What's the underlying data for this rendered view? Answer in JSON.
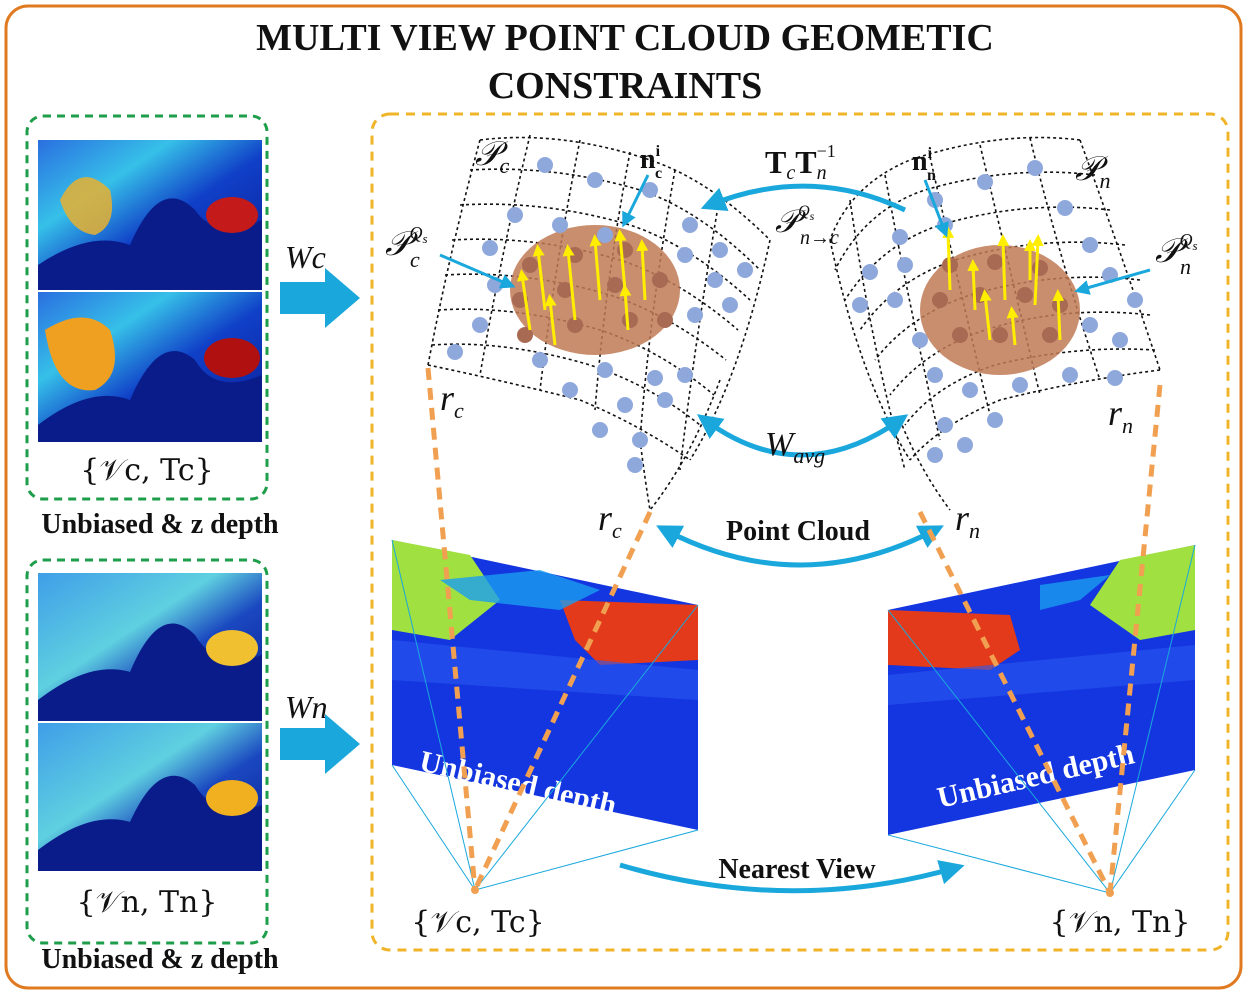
{
  "title": {
    "line1": "MULTI VIEW POINT CLOUD GEOMETIC",
    "line2": "CONSTRAINTS"
  },
  "left_panels": {
    "top": {
      "set_label": "{𝒱c, Tc}",
      "caption": "Unbiased & z depth"
    },
    "bottom": {
      "set_label": "{𝒱n, Tn}",
      "caption": "Unbiased & z depth"
    }
  },
  "weights": {
    "wc": "Wc",
    "wn": "Wn",
    "wavg": "Wavg"
  },
  "point_clouds": {
    "left": {
      "name": "𝒫c",
      "subset": "𝒫c^Qs",
      "normal": "nc^i",
      "ray_top": "rc",
      "ray_bottom": "rc"
    },
    "right": {
      "name": "𝒫n",
      "subset": "𝒫n^Qs",
      "normal": "nn^i",
      "ray_top": "rn",
      "ray_bottom": "rn"
    },
    "transform": "TcTn^-1",
    "projected_subset": "𝒫n→c^Qs"
  },
  "depth_views": {
    "left_label": "Unbiased depth",
    "right_label": "Unbiased depth",
    "point_cloud_label": "Point Cloud",
    "nearest_view_label": "Nearest View",
    "left_camera": "{𝒱c, Tc}",
    "right_camera": "{𝒱n, Tn}"
  },
  "colors": {
    "frame_outer": "#e07a20",
    "frame_inner": "#f0b429",
    "panel_border": "#1e9e4a",
    "arrow_blue": "#1aa8dc",
    "dot_blue": "#8fa8dc",
    "patch": "#c07a55",
    "normal_arrow": "#ffee00",
    "ray_orange": "#f0a050"
  }
}
